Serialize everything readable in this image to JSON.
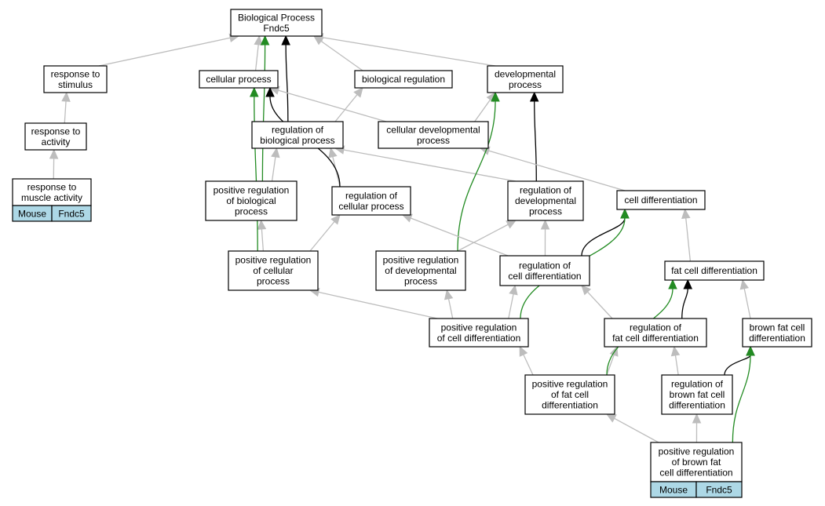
{
  "colors": {
    "is_a": "#bdbdbd",
    "regulates": "#000000",
    "positively_regulates": "#228b22",
    "annotation": "#add8e6"
  },
  "nodes": [
    {
      "id": "bp",
      "lines": [
        "Biological Process",
        "Fndc5"
      ]
    },
    {
      "id": "resp_stim",
      "lines": [
        "response to",
        "stimulus"
      ]
    },
    {
      "id": "resp_act",
      "lines": [
        "response to",
        "activity"
      ]
    },
    {
      "id": "resp_muscle",
      "lines": [
        "response to",
        "muscle activity"
      ],
      "tags": [
        "Mouse",
        "Fndc5"
      ]
    },
    {
      "id": "cell_proc",
      "lines": [
        "cellular process"
      ]
    },
    {
      "id": "bio_reg",
      "lines": [
        "biological regulation"
      ]
    },
    {
      "id": "dev_proc",
      "lines": [
        "developmental",
        "process"
      ]
    },
    {
      "id": "reg_bio",
      "lines": [
        "regulation of",
        "biological process"
      ]
    },
    {
      "id": "cell_dev",
      "lines": [
        "cellular developmental",
        "process"
      ]
    },
    {
      "id": "pos_reg_bio",
      "lines": [
        "positive regulation",
        "of biological",
        "process"
      ]
    },
    {
      "id": "reg_cell",
      "lines": [
        "regulation of",
        "cellular process"
      ]
    },
    {
      "id": "reg_dev",
      "lines": [
        "regulation of",
        "developmental",
        "process"
      ]
    },
    {
      "id": "cell_diff",
      "lines": [
        "cell differentiation"
      ]
    },
    {
      "id": "pos_reg_cell",
      "lines": [
        "positive regulation",
        "of cellular",
        "process"
      ]
    },
    {
      "id": "pos_reg_dev",
      "lines": [
        "positive regulation",
        "of developmental",
        "process"
      ]
    },
    {
      "id": "reg_cell_diff",
      "lines": [
        "regulation of",
        "cell differentiation"
      ]
    },
    {
      "id": "fat_diff",
      "lines": [
        "fat cell differentiation"
      ]
    },
    {
      "id": "pos_reg_cell_diff",
      "lines": [
        "positive regulation",
        "of cell differentiation"
      ]
    },
    {
      "id": "reg_fat_diff",
      "lines": [
        "regulation of",
        "fat cell differentiation"
      ]
    },
    {
      "id": "brown_diff",
      "lines": [
        "brown fat cell",
        "differentiation"
      ]
    },
    {
      "id": "pos_reg_fat_diff",
      "lines": [
        "positive regulation",
        "of fat cell",
        "differentiation"
      ]
    },
    {
      "id": "reg_brown_diff",
      "lines": [
        "regulation of",
        "brown fat cell",
        "differentiation"
      ]
    },
    {
      "id": "pos_reg_brown_diff",
      "lines": [
        "positive regulation",
        "of brown fat",
        "cell differentiation"
      ],
      "tags": [
        "Mouse",
        "Fndc5"
      ]
    }
  ],
  "edges": [
    {
      "from": "resp_stim",
      "to": "bp",
      "type": "is_a"
    },
    {
      "from": "resp_act",
      "to": "resp_stim",
      "type": "is_a"
    },
    {
      "from": "resp_muscle",
      "to": "resp_act",
      "type": "is_a"
    },
    {
      "from": "cell_proc",
      "to": "bp",
      "type": "is_a"
    },
    {
      "from": "bio_reg",
      "to": "bp",
      "type": "is_a"
    },
    {
      "from": "dev_proc",
      "to": "bp",
      "type": "is_a"
    },
    {
      "from": "reg_bio",
      "to": "bio_reg",
      "type": "is_a"
    },
    {
      "from": "reg_bio",
      "to": "bp",
      "type": "regulates"
    },
    {
      "from": "cell_dev",
      "to": "cell_proc",
      "type": "is_a"
    },
    {
      "from": "cell_dev",
      "to": "dev_proc",
      "type": "is_a"
    },
    {
      "from": "pos_reg_bio",
      "to": "reg_bio",
      "type": "is_a"
    },
    {
      "from": "pos_reg_bio",
      "to": "bp",
      "type": "positively_regulates"
    },
    {
      "from": "reg_cell",
      "to": "reg_bio",
      "type": "is_a"
    },
    {
      "from": "reg_cell",
      "to": "cell_proc",
      "type": "regulates"
    },
    {
      "from": "reg_dev",
      "to": "reg_bio",
      "type": "is_a"
    },
    {
      "from": "reg_dev",
      "to": "dev_proc",
      "type": "regulates"
    },
    {
      "from": "cell_diff",
      "to": "cell_dev",
      "type": "is_a"
    },
    {
      "from": "pos_reg_cell",
      "to": "pos_reg_bio",
      "type": "is_a"
    },
    {
      "from": "pos_reg_cell",
      "to": "reg_cell",
      "type": "is_a"
    },
    {
      "from": "pos_reg_cell",
      "to": "cell_proc",
      "type": "positively_regulates"
    },
    {
      "from": "pos_reg_dev",
      "to": "reg_dev",
      "type": "is_a"
    },
    {
      "from": "pos_reg_dev",
      "to": "dev_proc",
      "type": "positively_regulates"
    },
    {
      "from": "reg_cell_diff",
      "to": "reg_cell",
      "type": "is_a"
    },
    {
      "from": "reg_cell_diff",
      "to": "reg_dev",
      "type": "is_a"
    },
    {
      "from": "reg_cell_diff",
      "to": "cell_diff",
      "type": "regulates"
    },
    {
      "from": "fat_diff",
      "to": "cell_diff",
      "type": "is_a"
    },
    {
      "from": "pos_reg_cell_diff",
      "to": "pos_reg_cell",
      "type": "is_a"
    },
    {
      "from": "pos_reg_cell_diff",
      "to": "pos_reg_dev",
      "type": "is_a"
    },
    {
      "from": "pos_reg_cell_diff",
      "to": "reg_cell_diff",
      "type": "is_a"
    },
    {
      "from": "pos_reg_cell_diff",
      "to": "cell_diff",
      "type": "positively_regulates"
    },
    {
      "from": "reg_fat_diff",
      "to": "reg_cell_diff",
      "type": "is_a"
    },
    {
      "from": "reg_fat_diff",
      "to": "fat_diff",
      "type": "regulates"
    },
    {
      "from": "brown_diff",
      "to": "fat_diff",
      "type": "is_a"
    },
    {
      "from": "pos_reg_fat_diff",
      "to": "pos_reg_cell_diff",
      "type": "is_a"
    },
    {
      "from": "pos_reg_fat_diff",
      "to": "reg_fat_diff",
      "type": "is_a"
    },
    {
      "from": "pos_reg_fat_diff",
      "to": "fat_diff",
      "type": "positively_regulates"
    },
    {
      "from": "reg_brown_diff",
      "to": "reg_fat_diff",
      "type": "is_a"
    },
    {
      "from": "reg_brown_diff",
      "to": "brown_diff",
      "type": "regulates"
    },
    {
      "from": "pos_reg_brown_diff",
      "to": "pos_reg_fat_diff",
      "type": "is_a"
    },
    {
      "from": "pos_reg_brown_diff",
      "to": "reg_brown_diff",
      "type": "is_a"
    },
    {
      "from": "pos_reg_brown_diff",
      "to": "brown_diff",
      "type": "positively_regulates"
    }
  ]
}
